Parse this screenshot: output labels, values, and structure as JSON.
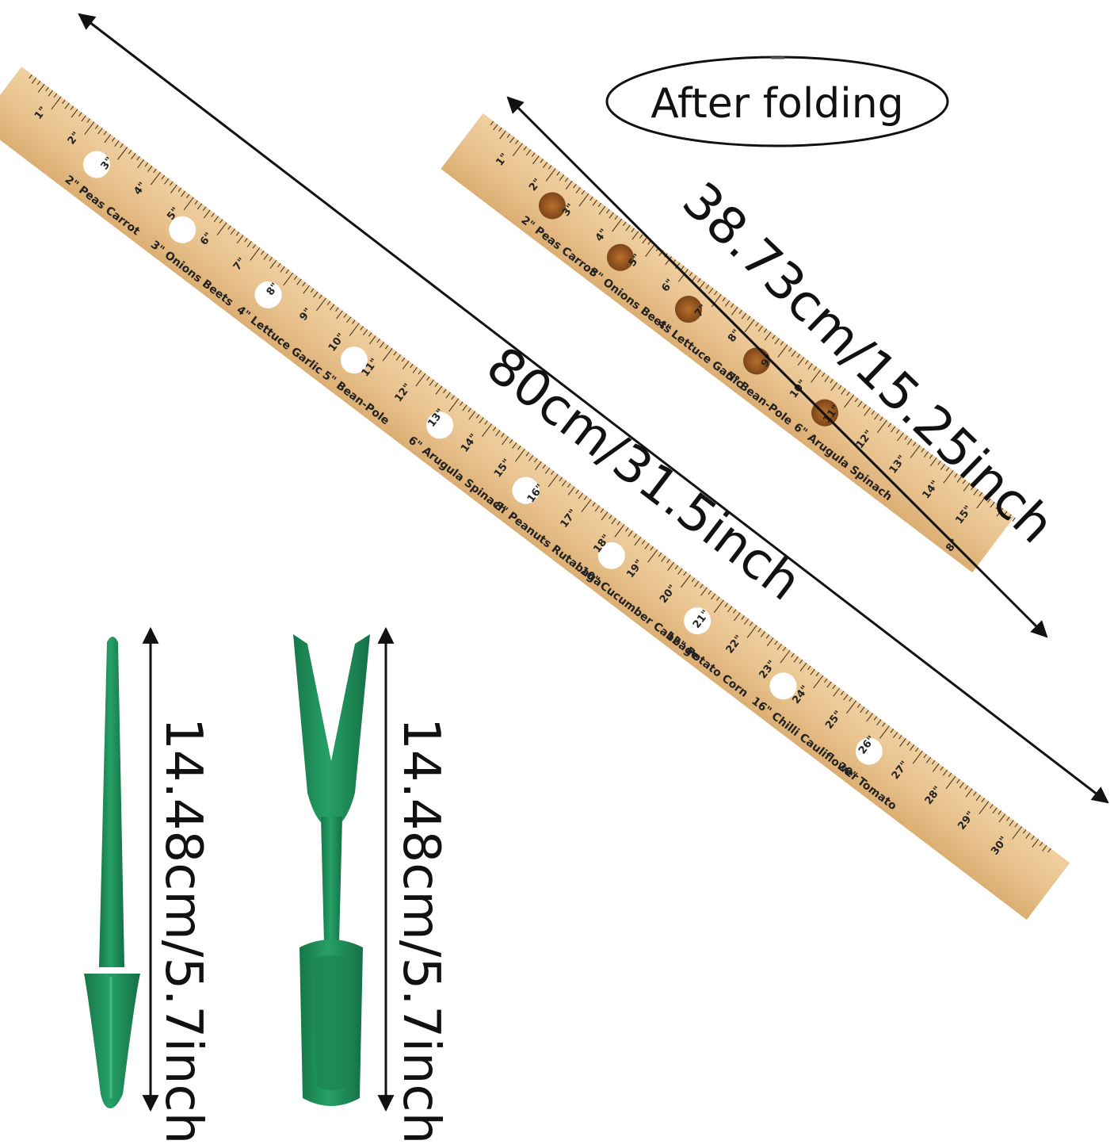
{
  "after_folding_label": "After folding",
  "long_ruler": {
    "dimension": "80cm/31.5inch",
    "inch_marks": [
      "1\"",
      "2\"",
      "3\"",
      "4\"",
      "5\"",
      "6\"",
      "7\"",
      "8\"",
      "9\"",
      "10\"",
      "11\"",
      "12\"",
      "13\"",
      "14\"",
      "15\"",
      "16\"",
      "17\"",
      "18\"",
      "19\"",
      "20\"",
      "21\"",
      "22\"",
      "23\"",
      "24\"",
      "25\"",
      "26\"",
      "27\"",
      "28\"",
      "29\"",
      "30\""
    ],
    "spacing_labels": [
      "2\" Peas Carrot",
      "3\" Onions Beets",
      "4\" Lettuce Garlic",
      "5\" Bean-Pole",
      "6\" Arugula Spinach",
      "8\" Peanuts Rutabaga",
      "10\" Cucumber Cabbage",
      "12\" Potato Corn",
      "16\" Chilli Cauliflower",
      "20\" Tomato"
    ]
  },
  "folded_ruler": {
    "dimension": "38.73cm/15.25inch",
    "inch_marks": [
      "1\"",
      "2\"",
      "3\"",
      "4\"",
      "5\"",
      "6\"",
      "7\"",
      "8\"",
      "9\"",
      "10\"",
      "11\"",
      "12\"",
      "13\"",
      "14\"",
      "15\""
    ],
    "spacing_labels": [
      "2\" Peas Carrot",
      "3\" Onions Beets",
      "4\" Lettuce Garlic",
      "5\" Bean-Pole",
      "6\" Arugula Spinach"
    ],
    "end_mark": "8\""
  },
  "dibber_tool": {
    "dimension": "14.48cm/5.7inch"
  },
  "widger_tool": {
    "dimension": "14.48cm/5.7inch"
  },
  "colors": {
    "wood": "#e8c28e",
    "wood_dark": "#d9a96a",
    "green": "#1e8a57",
    "hole_dark": "#9a5a22"
  }
}
